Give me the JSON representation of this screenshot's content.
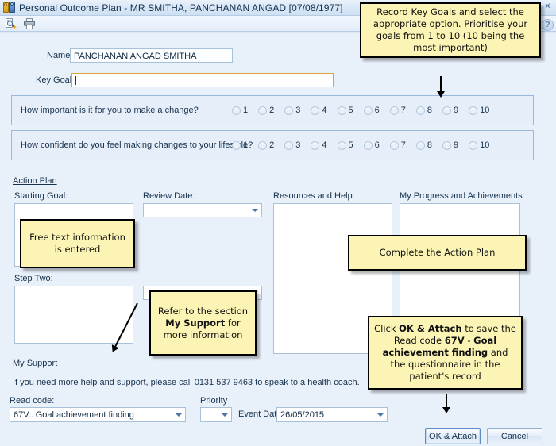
{
  "window": {
    "title": "Personal Outcome Plan - MR SMITHA, PANCHANAN ANGAD [07/08/1977]",
    "icon": "people-card-icon",
    "close_glyph": "×",
    "help_glyph": "?"
  },
  "toolbar": {
    "items": [
      {
        "name": "print-preview-icon",
        "tooltip": "Print Preview"
      },
      {
        "name": "print-icon",
        "tooltip": "Print"
      }
    ]
  },
  "form": {
    "name_label": "Name",
    "name_value": "PANCHANAN ANGAD SMITHA",
    "key_goal_label": "Key Goal",
    "key_goal_value": "",
    "questions": [
      {
        "text": "How important is it for you to make a change?",
        "options": [
          "1",
          "2",
          "3",
          "4",
          "5",
          "6",
          "7",
          "8",
          "9",
          "10"
        ],
        "selected": null
      },
      {
        "text": "How confident do you feel making changes to your lifestyle?",
        "options": [
          "1",
          "2",
          "3",
          "4",
          "5",
          "6",
          "7",
          "8",
          "9",
          "10"
        ],
        "selected": null
      }
    ],
    "action_plan_title": "Action Plan",
    "starting_goal_label": "Starting Goal:",
    "starting_goal_value": "",
    "review_date_label": "Review Date:",
    "review_date_value": "",
    "resources_label": "Resources and Help:",
    "resources_value": "",
    "progress_label": "My Progress and Achievements:",
    "progress_value": "",
    "step_two_label": "Step Two:",
    "step_two_value": "",
    "step_two_date_value": "",
    "my_support_label": "My Support",
    "support_text": "If you need more help and support, please call 0131 537 9463 to speak to a health coach.",
    "read_code_label": "Read code:",
    "read_code_value": "67V.. Goal achievement finding",
    "priority_label": "Priority",
    "priority_value": "",
    "event_date_label": "Event Date",
    "event_date_value": "26/05/2015"
  },
  "buttons": {
    "ok_attach": "OK & Attach",
    "cancel": "Cancel"
  },
  "callouts": [
    {
      "id": "key-goal-callout",
      "text": "Record Key Goals and select the appropriate option. Prioritise your goals from 1 to 10 (10 being the most important)"
    },
    {
      "id": "free-text-callout",
      "text": "Free text information is entered"
    },
    {
      "id": "action-plan-callout",
      "text": "Complete the Action Plan"
    },
    {
      "id": "my-support-callout",
      "prefix": "Refer to the section ",
      "bold": "My Support",
      "suffix": " for more information"
    },
    {
      "id": "ok-attach-callout",
      "p1": "Click ",
      "b1": "OK & Attach",
      "p2": " to save the Read code ",
      "b2": "67V",
      "p3": " - ",
      "b3": "Goal achievement finding",
      "p4": " and the questionnaire in the patient's record"
    }
  ],
  "colors": {
    "callout_bg": "#fcf4b4",
    "client_bg": "#e8f0fa",
    "group_bg": "#e6eefa",
    "group_border": "#9ab8da",
    "focus_border": "#e0a33c",
    "text": "#17324c"
  }
}
